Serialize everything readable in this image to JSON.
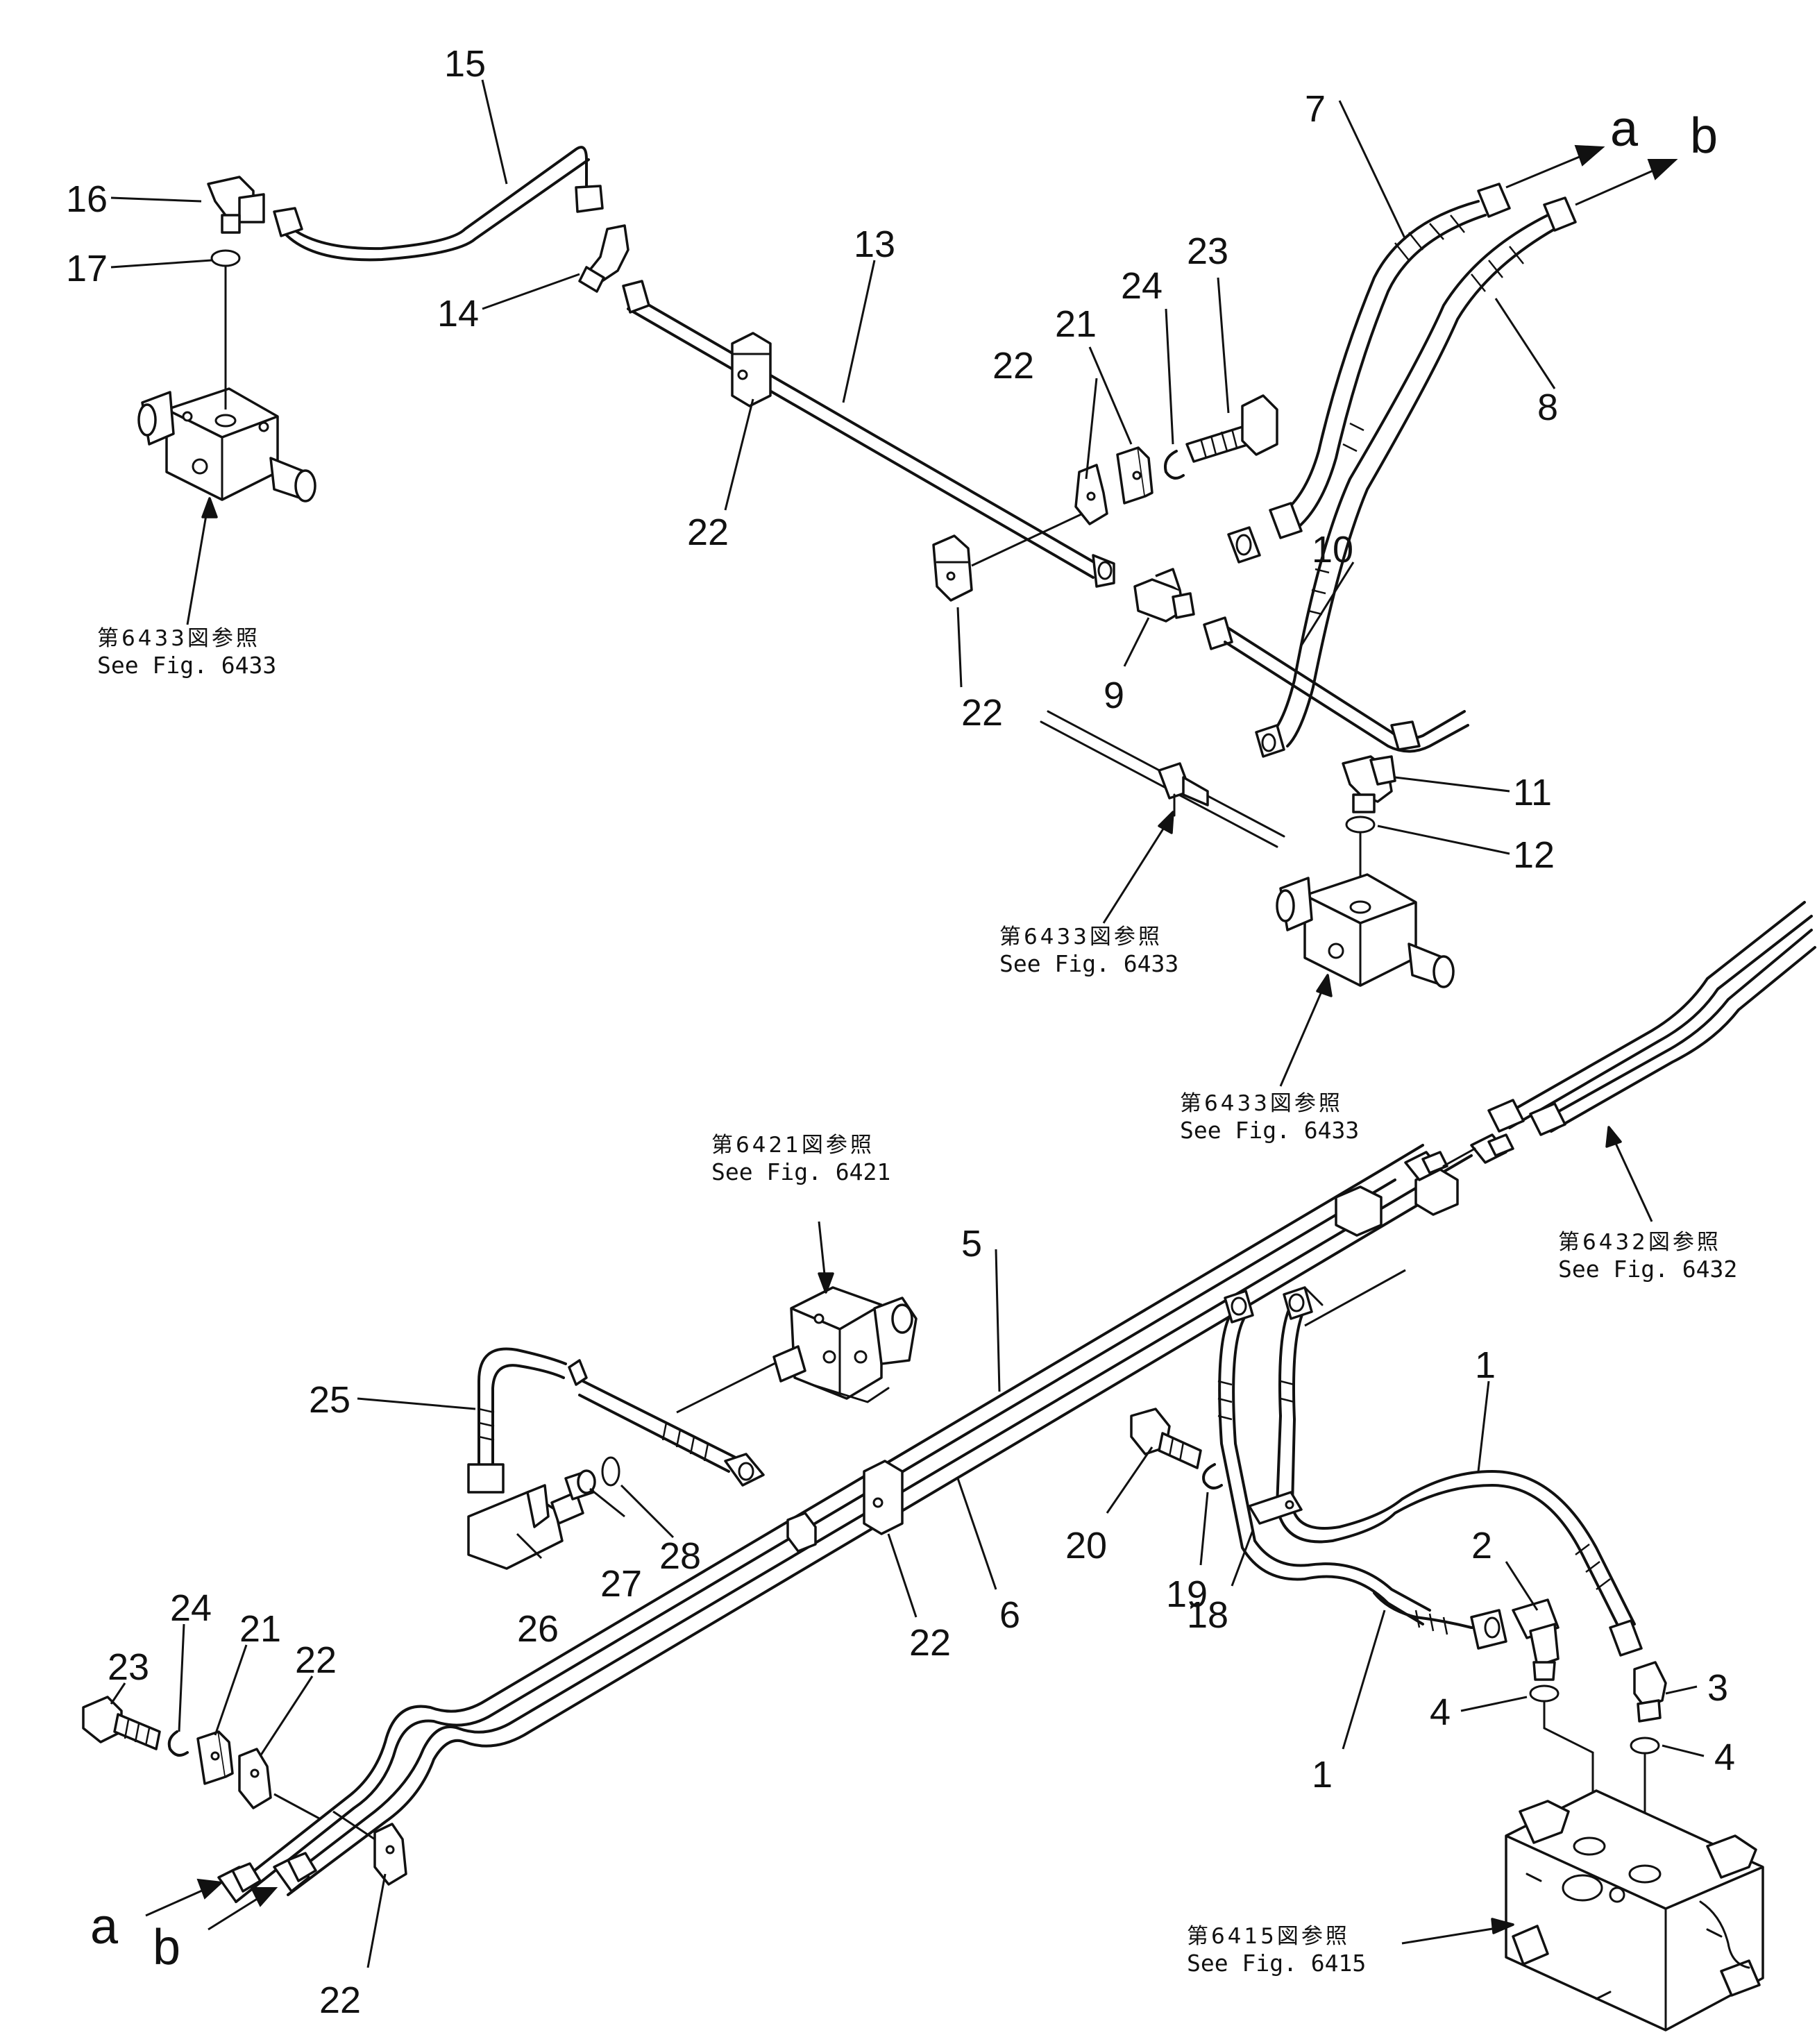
{
  "figure": {
    "part_numbers": [
      "1",
      "2",
      "3",
      "4",
      "5",
      "6",
      "7",
      "8",
      "9",
      "10",
      "11",
      "12",
      "13",
      "14",
      "15",
      "16",
      "17",
      "18",
      "19",
      "20",
      "21",
      "22",
      "23",
      "24",
      "25",
      "26",
      "27",
      "28"
    ],
    "connection_labels": [
      "a",
      "b"
    ],
    "references": [
      {
        "jp": "第6433図参照",
        "en": "See  Fig. 6433"
      },
      {
        "jp": "第6421図参照",
        "en": "See  Fig. 6421"
      },
      {
        "jp": "第6432図参照",
        "en": "See  Fig. 6432"
      },
      {
        "jp": "第6415図参照",
        "en": "See  Fig. 6415"
      }
    ]
  },
  "colors": {
    "ink": "#111111",
    "paper": "#ffffff"
  }
}
